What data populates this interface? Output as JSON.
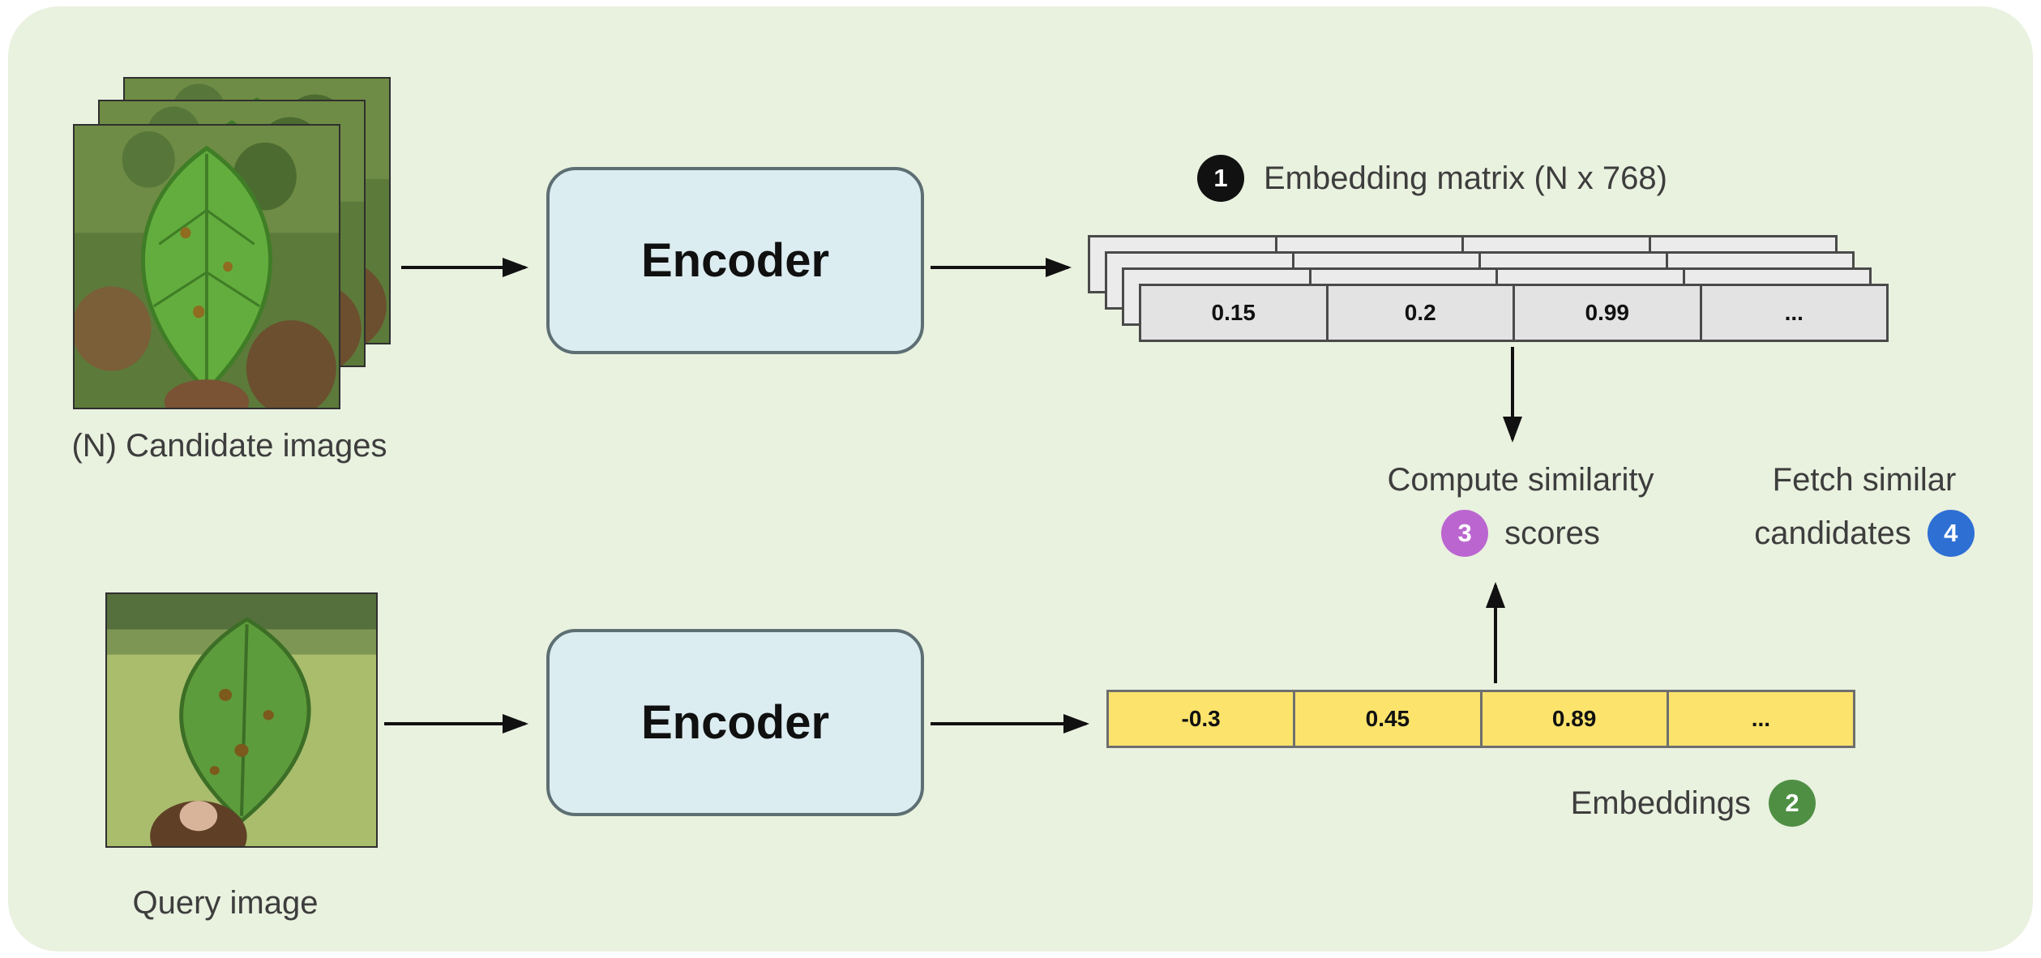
{
  "diagram": {
    "background_color": "#e9f1df",
    "candidates": {
      "label": "(N) Candidate images"
    },
    "query": {
      "label": "Query image"
    },
    "encoder_top": {
      "label": "Encoder"
    },
    "encoder_bottom": {
      "label": "Encoder"
    },
    "matrix": {
      "values": [
        "0.15",
        "0.2",
        "0.99",
        "..."
      ]
    },
    "query_vector": {
      "values": [
        "-0.3",
        "0.45",
        "0.89",
        "..."
      ]
    },
    "steps": {
      "s1": {
        "number": "1",
        "label": "Embedding matrix (N x 768)",
        "color": "#111111"
      },
      "s2": {
        "number": "2",
        "label": "Embeddings",
        "color": "#4f8f44"
      },
      "s3": {
        "number": "3",
        "line1": "Compute similarity",
        "line2": "scores",
        "color": "#bb66d0"
      },
      "s4": {
        "number": "4",
        "line1": "Fetch similar",
        "line2": "candidates",
        "color": "#2e6fd4"
      }
    }
  }
}
